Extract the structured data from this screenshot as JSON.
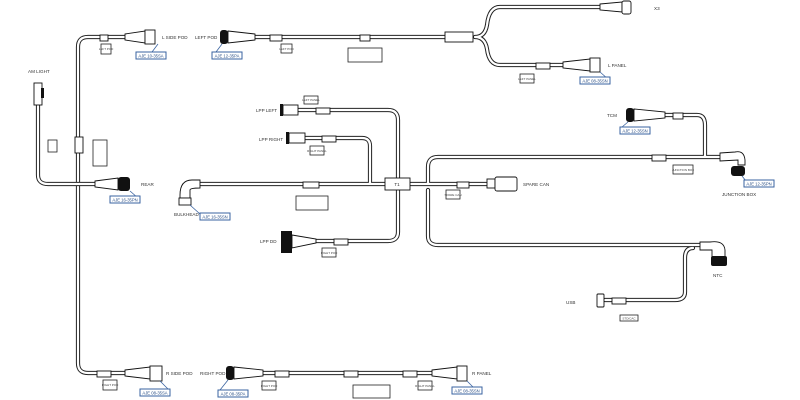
{
  "connectors": [
    {
      "id": "lsidepod",
      "name": "L SIDE POD",
      "part": "AJE 10-35SA"
    },
    {
      "id": "leftpod",
      "name": "LEFT POD",
      "part": "AJE 12-35PA"
    },
    {
      "id": "amlight",
      "name": "AM LIGHT",
      "part": ""
    },
    {
      "id": "rear",
      "name": "REAR",
      "part": "AJE 16-35PN"
    },
    {
      "id": "bulkhead",
      "name": "BULKHEAD",
      "part": "AJE 16-35SN"
    },
    {
      "id": "lppleft",
      "name": "LPP LEFT",
      "part": ""
    },
    {
      "id": "lppright",
      "name": "LPP RIGHT",
      "part": ""
    },
    {
      "id": "lppdd",
      "name": "LPP DD",
      "part": ""
    },
    {
      "id": "x3",
      "name": "X3",
      "part": ""
    },
    {
      "id": "lpanel",
      "name": "L PANEL",
      "part": "AJE 08-35SN"
    },
    {
      "id": "tcm",
      "name": "TCM",
      "part": "AJE 12-35SN"
    },
    {
      "id": "junctionbox",
      "name": "JUNCTION BOX",
      "part": "AJE 12-35PN"
    },
    {
      "id": "sparecan",
      "name": "SPARE CAN",
      "part": ""
    },
    {
      "id": "ntc",
      "name": "NTC",
      "part": ""
    },
    {
      "id": "usb",
      "name": "USB",
      "part": ""
    },
    {
      "id": "rsidepod",
      "name": "R SIDE POD",
      "part": "AJE 08-35SA"
    },
    {
      "id": "rightpod",
      "name": "RIGHT POD",
      "part": "AJE 08-35PA"
    },
    {
      "id": "rpanel",
      "name": "R PANEL",
      "part": "AJE 08-35SN"
    }
  ],
  "splice": {
    "label": "T1"
  },
  "tags": {
    "lsidepod": "LEFT POD",
    "leftpod": "LEFT POD",
    "lpanel": "LEFT PANEL",
    "lppleft": "LEFT PANEL",
    "lppright": "RIGHT PANEL",
    "lppdd": "RIGHT POD",
    "sparecan": "SPARE CAN",
    "junction": "JUNCTION BOX",
    "usb": "STD/CAC",
    "rsidepod": "RIGHT POD",
    "rightpod": "RIGHT POD",
    "rpanel": "RIGHT PANEL"
  },
  "colors": {
    "harness": "#222222",
    "part_label": "#3a63a0"
  }
}
